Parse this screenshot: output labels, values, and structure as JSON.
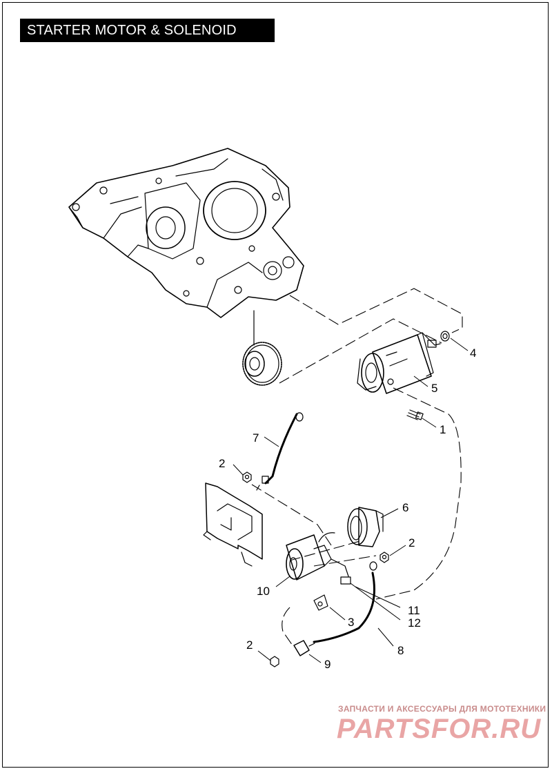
{
  "title": "STARTER MOTOR & SOLENOID",
  "callouts": {
    "c1": "1",
    "c2a": "2",
    "c2b": "2",
    "c2c": "2",
    "c3": "3",
    "c4": "4",
    "c5": "5",
    "c6": "6",
    "c7": "7",
    "c8": "8",
    "c9": "9",
    "c10": "10",
    "c11": "11",
    "c12": "12"
  },
  "watermark": {
    "caption": "ЗАПЧАСТИ И АКСЕССУАРЫ ДЛЯ МОТОТЕХНИКИ",
    "brand": "PARTSFOR.RU"
  }
}
